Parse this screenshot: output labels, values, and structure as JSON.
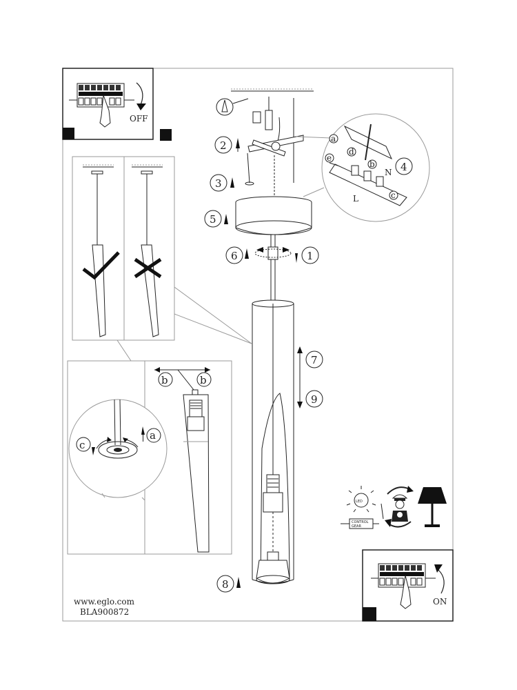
{
  "labels": {
    "off": "OFF",
    "on": "ON",
    "led": "LED",
    "control_gear_1": "CONTROL",
    "control_gear_2": "GEAR",
    "letter_a": "a",
    "letter_b": "b",
    "letter_c": "c",
    "letter_d": "d",
    "letter_e": "e",
    "letter_n": "N",
    "letter_l": "L"
  },
  "steps": {
    "s1": "1",
    "s2": "2",
    "s3": "3",
    "s4": "4",
    "s5": "5",
    "s6": "6",
    "s7": "7",
    "s8": "8",
    "s9": "9"
  },
  "footer": {
    "website": "www.eglo.com",
    "code": "BLA900872"
  }
}
